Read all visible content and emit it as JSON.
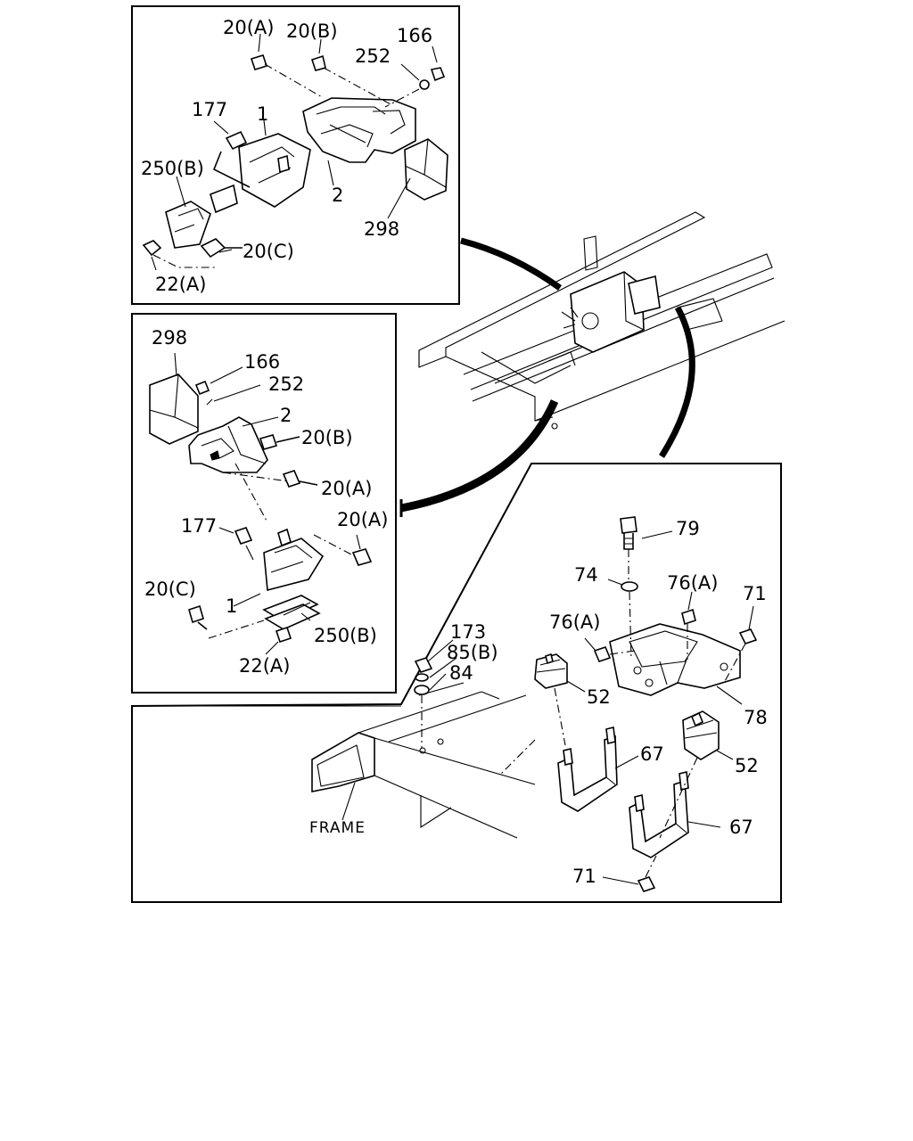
{
  "callouts": {
    "top": {
      "c20a": "20(A)",
      "c20b": "20(B)",
      "c166": "166",
      "c252": "252",
      "c177": "177",
      "c1": "1",
      "c250b": "250(B)",
      "c2": "2",
      "c298": "298",
      "c20c": "20(C)",
      "c22a": "22(A)"
    },
    "middle": {
      "c298": "298",
      "c166": "166",
      "c252": "252",
      "c2": "2",
      "c20b": "20(B)",
      "c20a_1": "20(A)",
      "c177": "177",
      "c20a_2": "20(A)",
      "c1": "1",
      "c20c": "20(C)",
      "c250b": "250(B)",
      "c22a": "22(A)"
    },
    "bottom": {
      "c79": "79",
      "c74": "74",
      "c76a_1": "76(A)",
      "c71_top": "71",
      "c76a_2": "76(A)",
      "c173": "173",
      "c85b": "85(B)",
      "c84": "84",
      "c52_1": "52",
      "c78": "78",
      "c67_1": "67",
      "c52_2": "52",
      "c67_2": "67",
      "frame": "FRAME",
      "c71_bottom": "71"
    }
  }
}
